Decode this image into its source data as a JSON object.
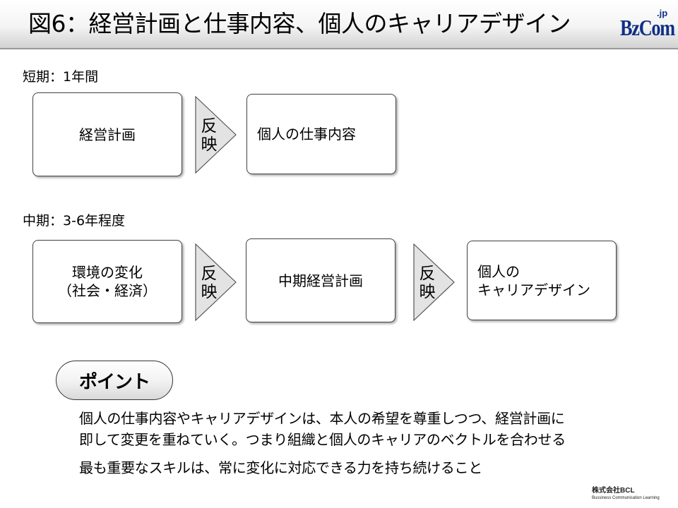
{
  "header": {
    "title": "図6：経営計画と仕事内容、個人のキャリアデザイン",
    "logo_main": "BzCom",
    "logo_tld": ".jp"
  },
  "short_term": {
    "label": "短期：1年間",
    "box1": "経営計画",
    "arrow": "反\n映",
    "box2": "個人の仕事内容"
  },
  "mid_term": {
    "label": "中期：3-6年程度",
    "box1": "環境の変化\n（社会・経済）",
    "arrow1": "反\n映",
    "box2": "中期経営計画",
    "arrow2": "反\n映",
    "box3": "個人の\nキャリアデザイン"
  },
  "point": {
    "label": "ポイント",
    "lines": [
      "個人の仕事内容やキャリアデザインは、本人の希望を尊重しつつ、経営計画に",
      "即して変更を重ねていく。つまり組織と個人のキャリアのベクトルを合わせる",
      "最も重要なスキルは、常に変化に対応できる力を持ち続けること"
    ]
  },
  "footer": {
    "company": "株式会社BCL",
    "tagline": "Bussiness Communication Learning"
  },
  "colors": {
    "logo": "#0f2f86",
    "arrow_fill": "#e3e3e3",
    "box_border": "#444444"
  }
}
